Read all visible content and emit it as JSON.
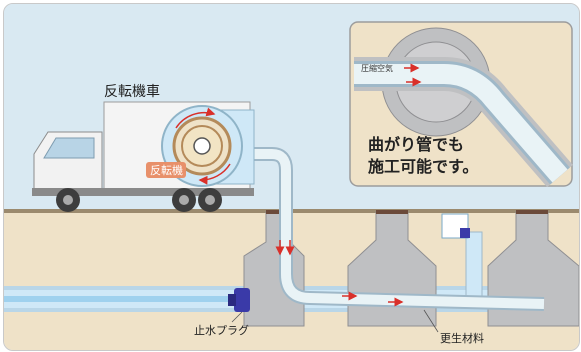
{
  "labels": {
    "truck": "反転機車",
    "inverter": "反転機",
    "plug": "止水プラグ",
    "liner": "更生材料",
    "compressed_air": "圧縮空気",
    "callout_line1": "曲がり管でも",
    "callout_line2": "施工可能です。"
  },
  "colors": {
    "sky": "#d9e9f2",
    "ground": "#efe2c8",
    "pipe": "#cfe8f7",
    "liner": "#e9f3f6",
    "concrete": "#bfc0c2",
    "arrow": "#d9302a",
    "plug": "#3a3aa8",
    "water": "#9fd1ee",
    "inverter_tag": "#e8906a"
  }
}
